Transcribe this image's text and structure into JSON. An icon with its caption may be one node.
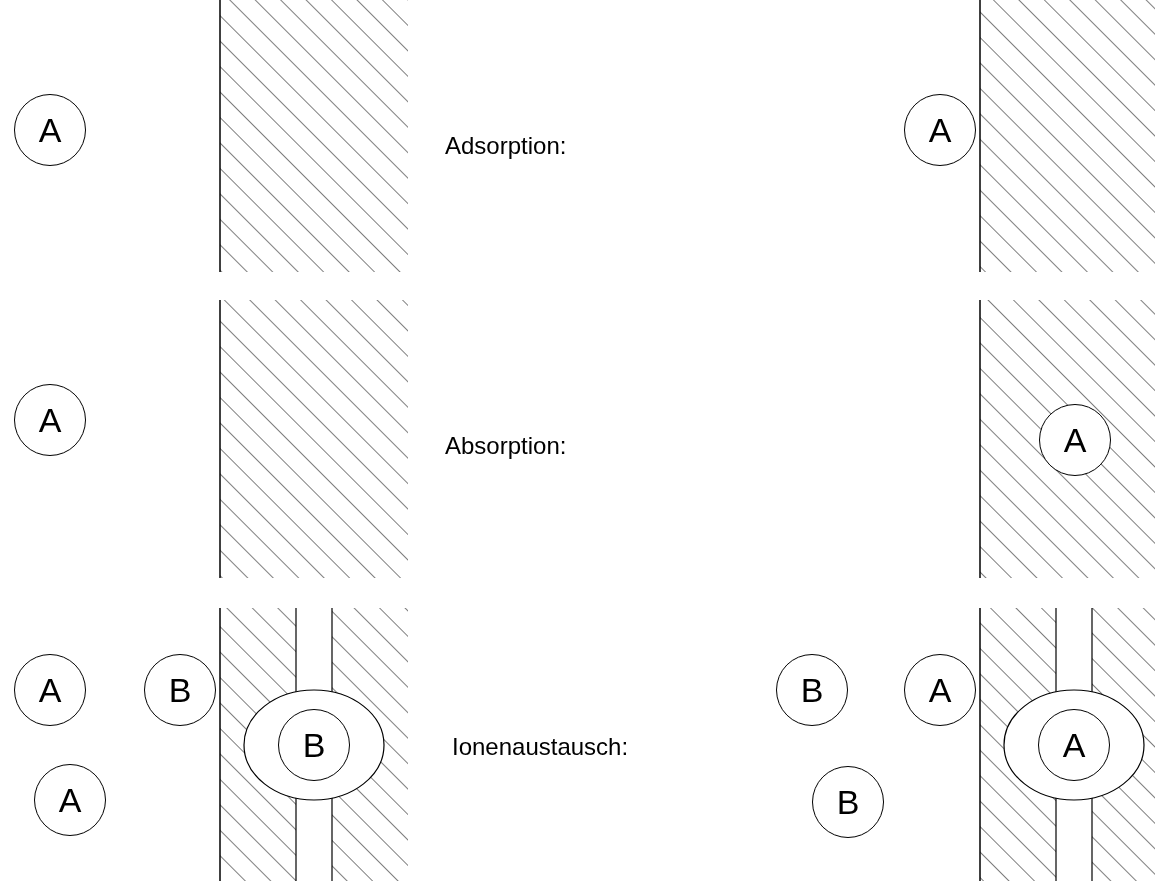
{
  "diagram": {
    "nodes": [
      {
        "text": [
          "A"
        ]
      },
      {
        "text": [
          "A"
        ]
      },
      {
        "text": [
          "A"
        ]
      },
      {
        "text": [
          "A"
        ]
      },
      {
        "text": [
          "A"
        ]
      },
      {
        "text": [
          "B"
        ]
      },
      {
        "text": [
          "B"
        ]
      },
      {
        "text": [
          "B"
        ]
      },
      {
        "text": [
          "A"
        ]
      },
      {
        "text": [
          "A"
        ]
      },
      {
        "text": [
          "A"
        ]
      },
      {
        "text": [
          "B"
        ]
      }
    ],
    "labels": [
      "Adsorption:",
      "Absorption:",
      "Ionenaustausch:"
    ]
  }
}
